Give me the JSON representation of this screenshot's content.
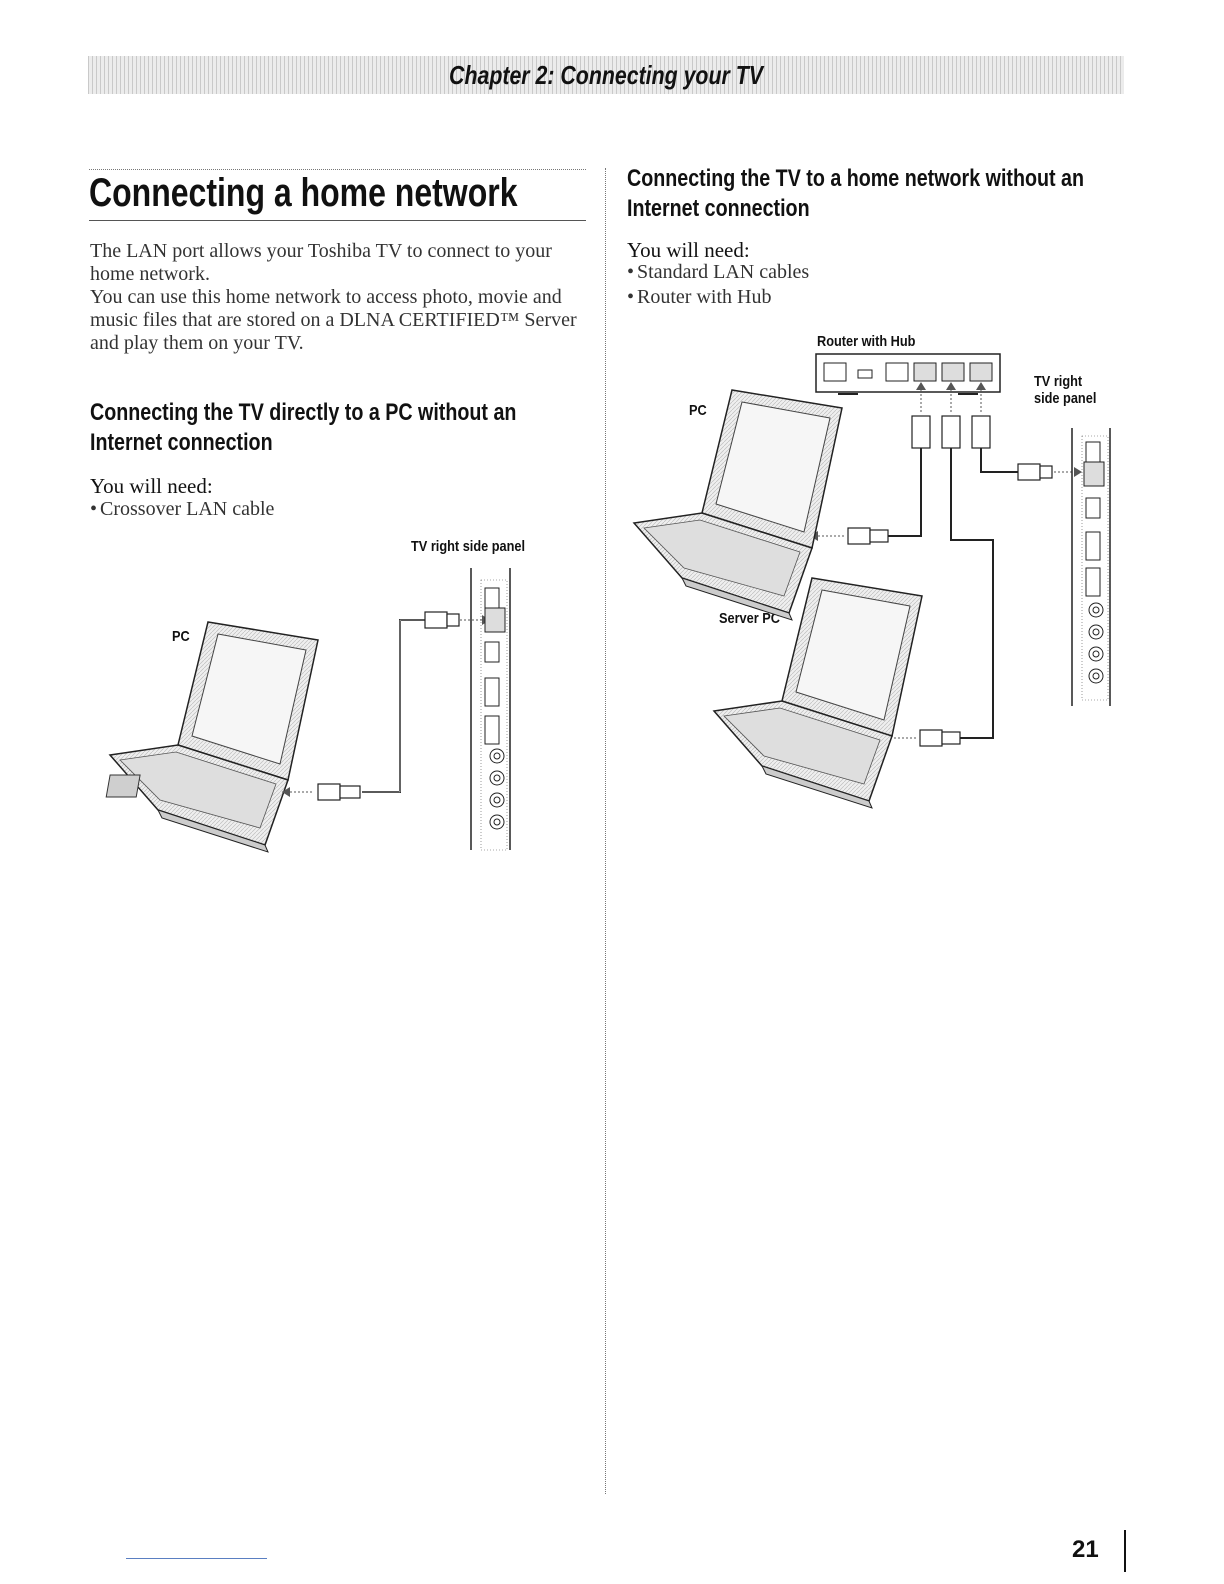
{
  "header": {
    "chapter": "Chapter 2: Connecting your TV"
  },
  "left": {
    "title": "Connecting a home network",
    "intro_1": "The LAN port allows your Toshiba TV to connect to your home network.",
    "intro_2": "You can use this home network to access photo, movie and music files that are stored on a DLNA CERTIFIED™ Server and play them on your TV.",
    "sub_heading_line1": "Connecting the TV directly to a PC without an",
    "sub_heading_line2": "Internet connection",
    "need_label": "You will need:",
    "need_items": [
      "Crossover LAN cable"
    ],
    "diagram": {
      "tv_label": "TV right side panel",
      "pc_label": "PC"
    }
  },
  "right": {
    "sub_heading_line1": "Connecting the TV to a home network without an",
    "sub_heading_line2": "Internet connection",
    "need_label": "You will need:",
    "need_items": [
      "Standard LAN cables",
      "Router with Hub"
    ],
    "diagram": {
      "router_label": "Router with Hub",
      "tv_label_line1": "TV right",
      "tv_label_line2": "side panel",
      "pc_label": "PC",
      "server_label": "Server PC"
    }
  },
  "footer": {
    "page_number": "21"
  },
  "colors": {
    "text": "#1a1a1a",
    "laptop_fill": "#e6e6e6",
    "outline": "#222222"
  }
}
